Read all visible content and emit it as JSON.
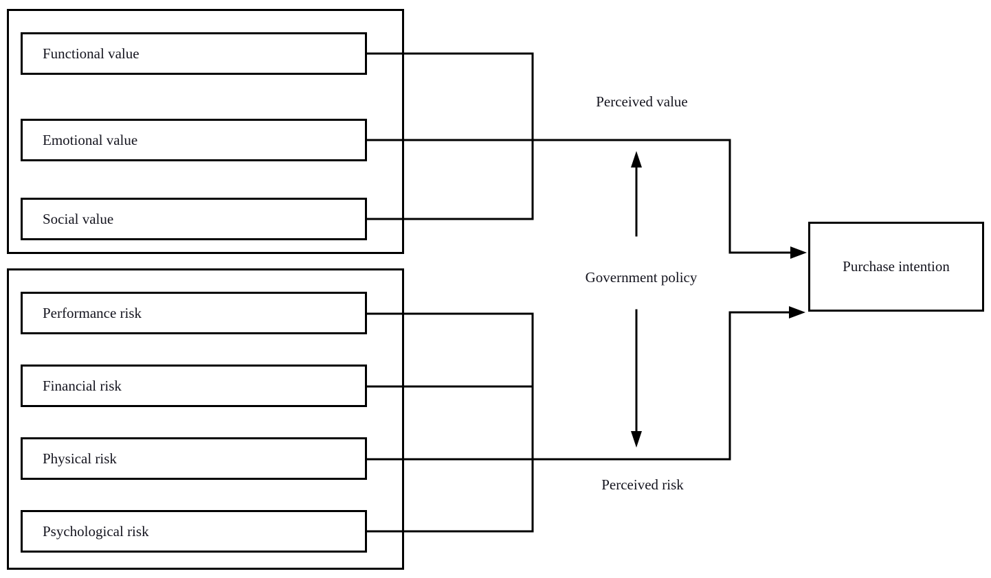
{
  "figure": {
    "background_color": "#ffffff",
    "line_color": "#000000",
    "text_color": "#14141e"
  },
  "value_group": {
    "boxes": [
      "Functional value",
      "Emotional value",
      "Social value"
    ]
  },
  "risk_group": {
    "boxes": [
      "Performance risk",
      "Financial risk",
      "Physical risk",
      "Psychological risk"
    ]
  },
  "moderator": {
    "label": "Government policy"
  },
  "constructs": {
    "perceived_value": "Perceived value",
    "perceived_risk": "Perceived risk"
  },
  "outcome": {
    "label": "Purchase intention"
  }
}
